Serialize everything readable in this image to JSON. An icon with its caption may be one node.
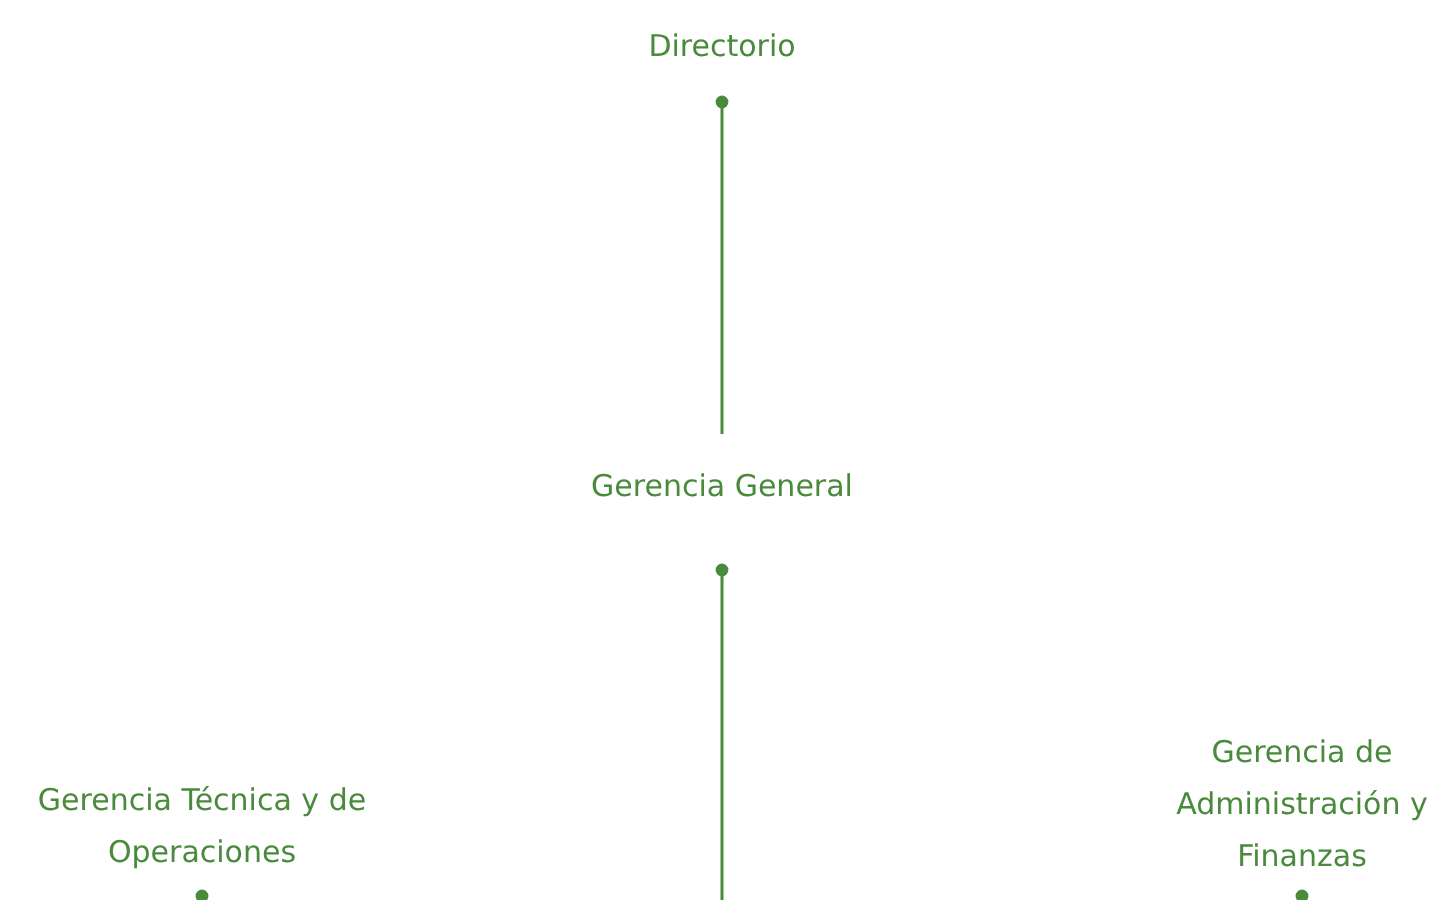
{
  "diagram": {
    "nodes": [
      {
        "text": [
          "Directorio"
        ]
      },
      {
        "text": [
          "Gerencia General"
        ]
      },
      {
        "text": [
          "Gerencia Técnica y de Operaciones"
        ]
      },
      {
        "text": [
          "Gerencia de Administración y Finanzas"
        ]
      }
    ],
    "edges": [
      {
        "from": 0,
        "to": 1,
        "arrow": "other"
      },
      {
        "from": 1,
        "to": null,
        "arrow": "other"
      },
      {
        "from": 2,
        "to": null,
        "arrow": "other"
      },
      {
        "from": 3,
        "to": null,
        "arrow": "other"
      }
    ]
  }
}
